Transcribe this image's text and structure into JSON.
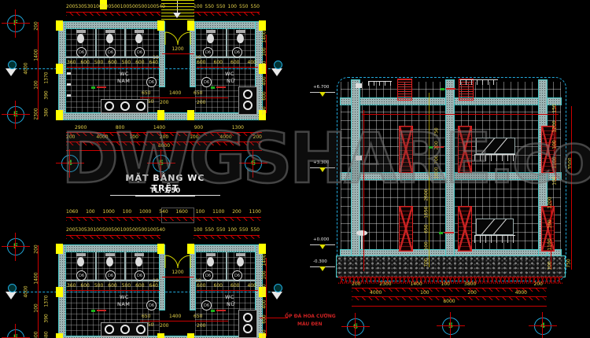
{
  "watermark": {
    "text": "DWGSHARE.com"
  },
  "colors": {
    "dim_line": "#cc0000",
    "dim_text": "#e8d44a",
    "wall_edge": "#49c8c8",
    "column_highlight": "#ffff00",
    "bubble_text": "#2ecc2e",
    "background": "#000000"
  },
  "plans": {
    "title": "MẶT BẰNG WC TRỆT",
    "scale": "TL: 1/50",
    "room_left_1": "WC",
    "room_left_2": "NAM",
    "room_right_1": "WC",
    "room_right_2": "NỮ",
    "door_tag": "D6",
    "entrance_width": "1200",
    "entrance_sides": [
      "100",
      "100"
    ],
    "grid": {
      "F": "F",
      "E": "E",
      "c4": "4",
      "c5": "5",
      "c6": "6"
    },
    "dims": {
      "top_left": [
        "200",
        "530",
        "530",
        "100",
        "500",
        "500",
        "100",
        "500",
        "500",
        "100",
        "540"
      ],
      "top_right": [
        "100",
        "550",
        "550",
        "100",
        "550",
        "550"
      ],
      "plan2_top": [
        "1060",
        "100",
        "1000",
        "100",
        "1000",
        "540",
        "1600",
        "100",
        "1100",
        "200",
        "1100"
      ],
      "left_outer": [
        "200",
        "1400",
        "100",
        "2300"
      ],
      "left_total": "4000",
      "left_inner": [
        "1370",
        "390",
        "380"
      ],
      "right_stack": [
        "1400",
        "100",
        "1000",
        "400",
        "600",
        "300"
      ],
      "mid_left": [
        "360",
        "600",
        "500",
        "600",
        "500",
        "600",
        "640"
      ],
      "mid_right": [
        "600",
        "600",
        "600",
        "400"
      ],
      "low": [
        "650",
        "150",
        "1400",
        "200",
        "200",
        "650"
      ],
      "bottom_row1": [
        "2900",
        "800",
        "1400",
        "900",
        "1300"
      ],
      "bottom_row2": [
        "200",
        "4000",
        "100",
        "200",
        "100",
        "4000",
        "200"
      ],
      "bottom_total": "8000"
    }
  },
  "elevation": {
    "levels": [
      "+6.700",
      "+3.300",
      "+0.000",
      "-0.300"
    ],
    "note_1": "ỐP ĐÁ HOA CƯƠNG",
    "note_2": "MÀU ĐEN",
    "grid": {
      "c6": "6",
      "c5": "5",
      "c4": "4"
    },
    "dims": {
      "right_upper": [
        "150",
        "1200",
        "100",
        "1100",
        "100"
      ],
      "right_lower": [
        "1200",
        "100",
        "1100",
        "100"
      ],
      "right_totals": [
        "3500",
        "750"
      ],
      "mid_upper": [
        "750",
        "200",
        "700",
        "1600"
      ],
      "mid_lower": [
        "2600",
        "1650",
        "650",
        "100",
        "700"
      ],
      "bottom_row1_left": [
        "200",
        "2300",
        "1400",
        "100"
      ],
      "bottom_row1_right": [
        "3800",
        "200"
      ],
      "bottom_row2": [
        "4000",
        "100",
        "200",
        "4000"
      ],
      "bottom_total": "8000"
    }
  }
}
